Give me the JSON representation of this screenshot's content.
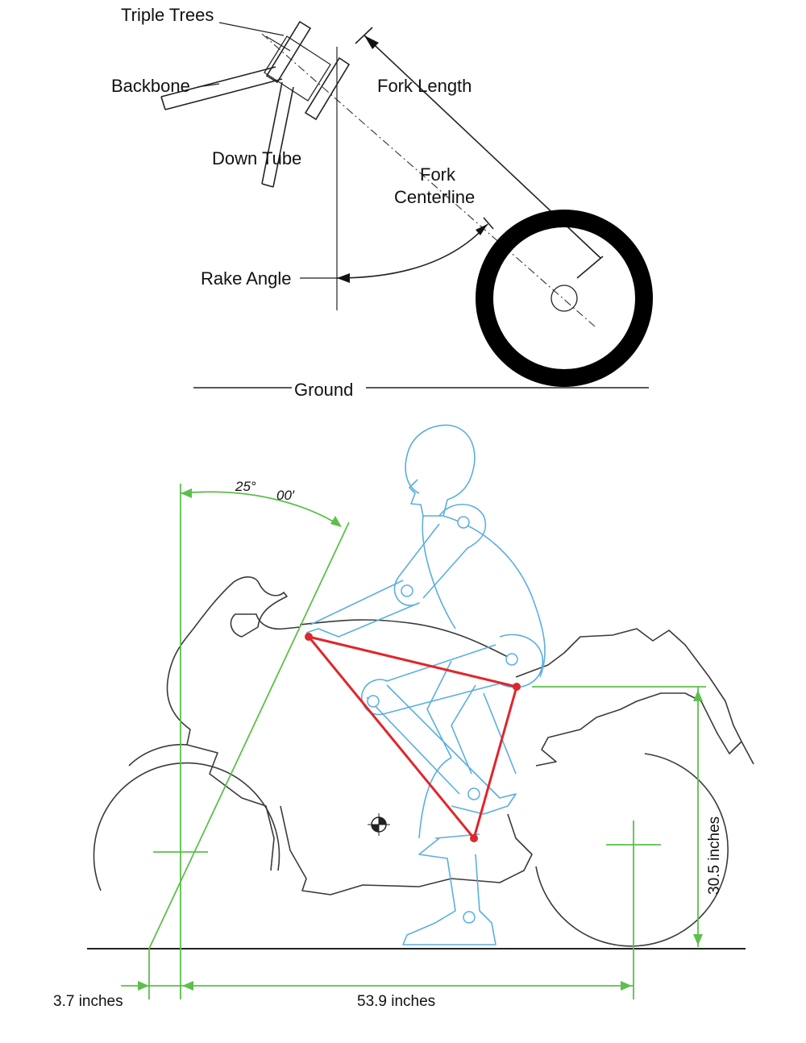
{
  "top_diagram": {
    "labels": {
      "triple_trees": "Triple Trees",
      "backbone": "Backbone",
      "down_tube": "Down Tube",
      "fork_length": "Fork Length",
      "fork_centerline_line1": "Fork",
      "fork_centerline_line2": "Centerline",
      "rake_angle": "Rake Angle",
      "ground": "Ground"
    }
  },
  "bottom_diagram": {
    "angle_degrees": "25°",
    "angle_minutes": "00′",
    "trail": "3.7 inches",
    "wheelbase": "53.9 inches",
    "seat_height": "30.5 inches"
  },
  "colors": {
    "dimension_lines": "#5cbf4a",
    "rider_outline": "#5aaee0",
    "ergonomic_triangle": "#e0262a",
    "bike_outline": "#3a3a3a"
  }
}
